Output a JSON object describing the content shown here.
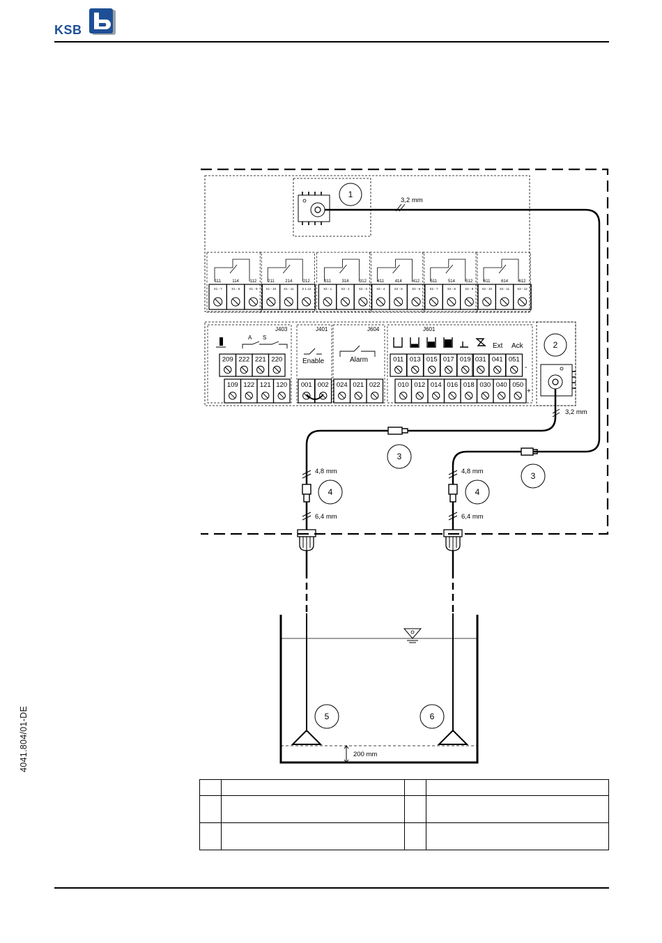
{
  "header": {
    "logo_text": "KSB",
    "brand_color": "#1d4f96"
  },
  "footer": {
    "document_id": "4041.804/01-DE"
  },
  "diagram": {
    "callouts": [
      "1",
      "2",
      "3",
      "3",
      "4",
      "4",
      "5",
      "6"
    ],
    "cable_labels": {
      "top": "3,2 mm",
      "right": "3,2 mm",
      "left_upper": "4,8 mm",
      "left_lower": "6,4 mm",
      "right_upper": "4,8 mm",
      "right_lower": "6,4 mm"
    },
    "relay_terminals_top": [
      "111",
      "114",
      "112",
      "211",
      "214",
      "212",
      "311",
      "314",
      "312",
      "411",
      "414",
      "412",
      "511",
      "514",
      "512",
      "611",
      "614",
      "612"
    ],
    "relay_terminal_labels": [
      "X1 - 7",
      "X1 - 8",
      "X1 - 9",
      "X1 - 10",
      "X1 - 11",
      "X 1 12",
      "X2 - 1",
      "X2 - 2",
      "X2 - 3",
      "X2 - 4",
      "X2 - 5",
      "X2 - 6",
      "X2 - 7",
      "X2 - 8",
      "X2 - 9",
      "X2 - 10",
      "X2 - 11",
      "X2 - 12"
    ],
    "groups": {
      "j403": "J403",
      "j401": "J401",
      "j604": "J604",
      "j601": "J601",
      "enable": "Enable",
      "alarm": "Alarm",
      "ext": "Ext",
      "ack": "Ack",
      "ab_a": "A",
      "ab_s": "S"
    },
    "terminals_row1": [
      "209",
      "222",
      "221",
      "220",
      "011",
      "013",
      "015",
      "017",
      "019",
      "031",
      "041",
      "051"
    ],
    "terminals_row2": [
      "109",
      "122",
      "121",
      "120",
      "001",
      "002",
      "024",
      "021",
      "022",
      "010",
      "012",
      "014",
      "016",
      "018",
      "030",
      "040",
      "050"
    ],
    "polarity_minus": "-",
    "polarity_plus": "+",
    "tank_depth_label": "200 mm"
  },
  "legend_table": {
    "rows": [
      [
        "",
        "",
        "",
        ""
      ],
      [
        "",
        "",
        "",
        ""
      ],
      [
        "",
        "",
        "",
        ""
      ]
    ]
  }
}
